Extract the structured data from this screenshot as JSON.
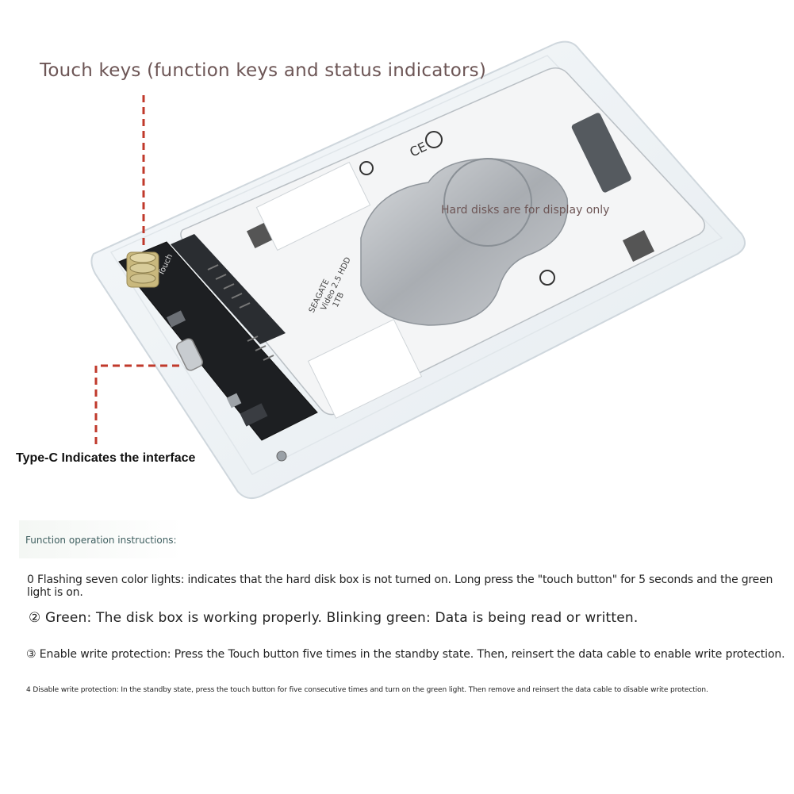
{
  "callouts": {
    "touch_keys": "Touch keys (function keys and status indicators)",
    "type_c": "Type-C Indicates the interface",
    "display_note": "Hard disks are for display only"
  },
  "drive_label": {
    "brand": "SEAGATE",
    "model": "Video 2.5 HDD",
    "capacity": "1TB"
  },
  "board_labels": {
    "touch": "Touch"
  },
  "instructions": {
    "heading": "Function operation instructions:",
    "item_1": "0 Flashing seven color lights: indicates that the hard disk box is not turned on. Long press the \"touch button\" for 5 seconds and the green light is on.",
    "item_2": "② Green: The disk box is working properly. Blinking green: Data is being read or written.",
    "item_3": "③ Enable write protection: Press the Touch button five times in the standby state. Then, reinsert the data cable to enable write protection.",
    "item_4": "4 Disable write protection: In the standby state, press the touch button for five consecutive times and turn on the green light. Then remove and reinsert the data cable to disable write protection."
  },
  "colors": {
    "callout_line": "#c0392b",
    "case_edge": "#d4dbe0",
    "pcb": "#1d1f22",
    "drive_metal": "#b8bcc0"
  }
}
